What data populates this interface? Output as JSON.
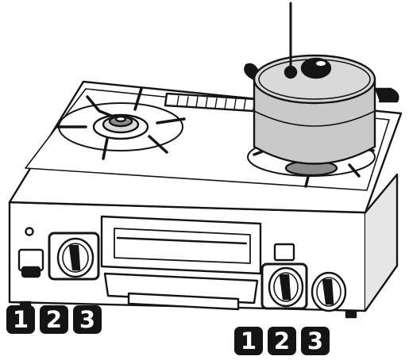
{
  "illustration": {
    "subject": "gas-stove-with-pot",
    "colors": {
      "line": "#141414",
      "fill": "#ffffff",
      "shade": "#d9d9d9",
      "pot": "#c9c9c9",
      "flame-grate": "#8c8c8c"
    }
  },
  "callouts": {
    "left_group": [
      "1",
      "2",
      "3"
    ],
    "right_group": [
      "1",
      "2",
      "3"
    ]
  }
}
